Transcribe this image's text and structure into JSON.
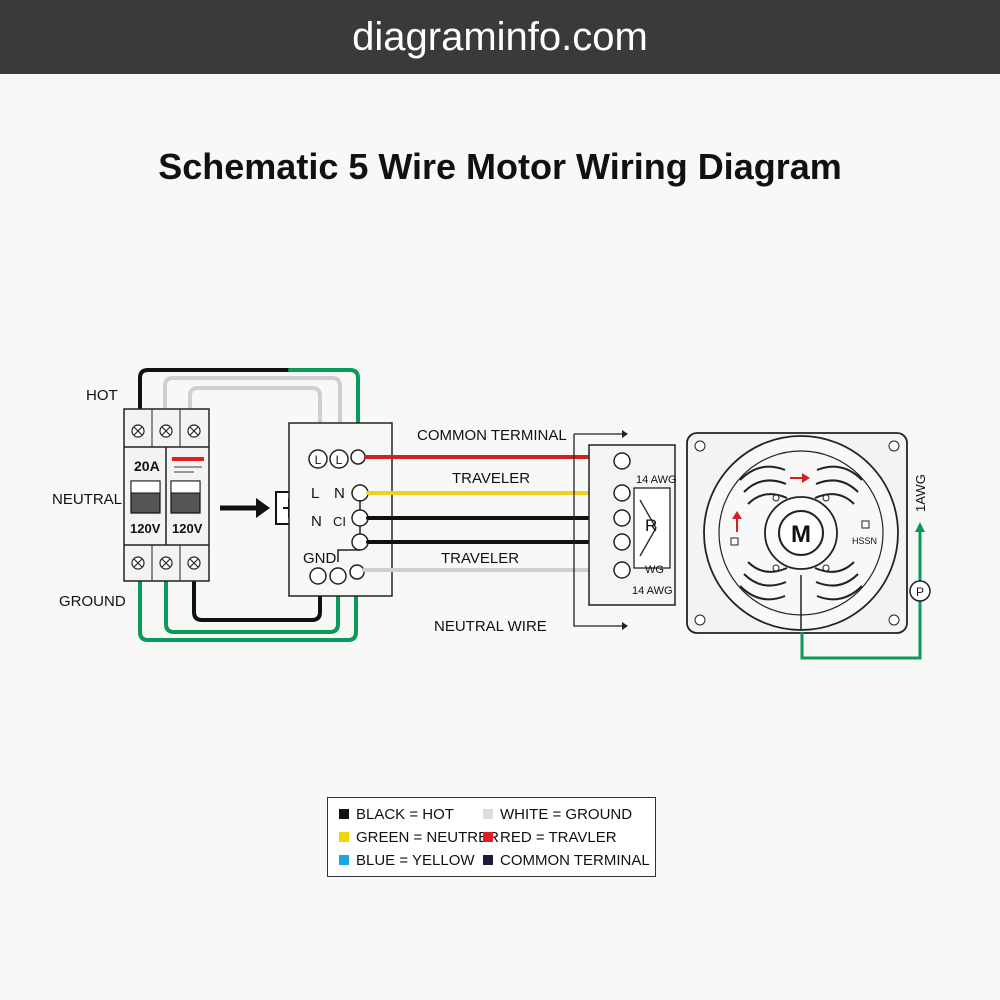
{
  "header": {
    "site": "diagraminfo.com"
  },
  "title": "Schematic 5 Wire Motor Wiring Diagram",
  "breaker": {
    "side_labels": {
      "hot": "HOT",
      "neutral": "NEUTRAL",
      "ground": "GROUND"
    },
    "rating": "20A",
    "voltage_left": "120V",
    "voltage_right": "120V"
  },
  "junction_box": {
    "terminal_l1": "L",
    "terminal_l2": "L",
    "label_l": "L",
    "label_n_top": "N",
    "label_n": "N",
    "label_ci": "CI",
    "label_gnd": "GND"
  },
  "wire_labels": {
    "common_terminal": "COMMON TERMINAL",
    "traveler_1": "TRAVELER",
    "traveler_2": "TRAVELER",
    "neutral_wire": "NEUTRAL WIRE"
  },
  "relay_block": {
    "label_top": "14 AWG",
    "label_r": "R",
    "label_wg": "WG",
    "label_bottom": "14 AWG"
  },
  "motor": {
    "label": "M",
    "side_text": "HSSN",
    "gauge_label": "1AWG",
    "meter_symbol": "P"
  },
  "legend": {
    "items": [
      {
        "label": "BLACK = HOT",
        "color": "#111111"
      },
      {
        "label": "WHITE = GROUND",
        "color": "#dddddd"
      },
      {
        "label": "GREEN = NEUTRER",
        "color": "#f2d600"
      },
      {
        "label": "RED = TRAVLER",
        "color": "#e02020"
      },
      {
        "label": "BLUE = YELLOW",
        "color": "#1aa7e0"
      },
      {
        "label": "COMMON TERMINAL",
        "color": "#1b1b3a"
      }
    ]
  },
  "colors": {
    "hot": "#111111",
    "ground_green": "#0a9a5a",
    "white_wire": "#cfcfcf",
    "red_wire": "#d42020",
    "yellow_wire": "#f0d020"
  }
}
